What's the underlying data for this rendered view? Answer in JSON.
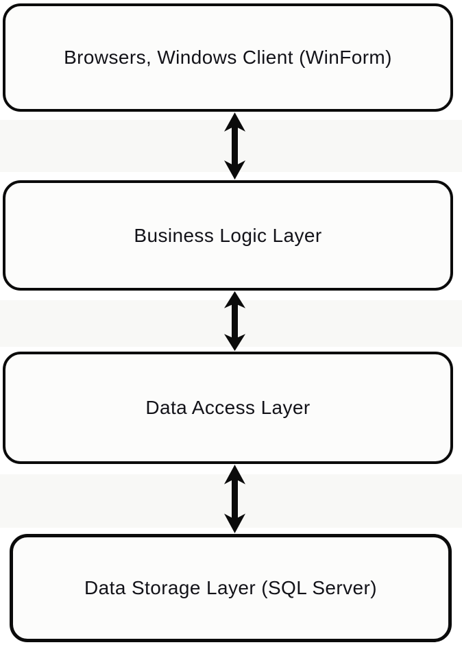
{
  "diagram": {
    "layers": [
      {
        "id": "presentation",
        "label": "Browsers, Windows Client (WinForm)"
      },
      {
        "id": "business",
        "label": "Business Logic Layer"
      },
      {
        "id": "data-access",
        "label": "Data Access Layer"
      },
      {
        "id": "data-storage",
        "label": "Data Storage Layer (SQL Server)"
      }
    ],
    "connectors": [
      {
        "type": "double-headed-vertical-arrow",
        "from": "presentation",
        "to": "business"
      },
      {
        "type": "double-headed-vertical-arrow",
        "from": "business",
        "to": "data-access"
      },
      {
        "type": "double-headed-vertical-arrow",
        "from": "data-access",
        "to": "data-storage"
      }
    ],
    "colors": {
      "background": "#ffffff",
      "box_fill": "#fcfcfb",
      "box_border": "#0b0b0b",
      "text": "#121218",
      "arrow": "#0b0b0b"
    }
  }
}
